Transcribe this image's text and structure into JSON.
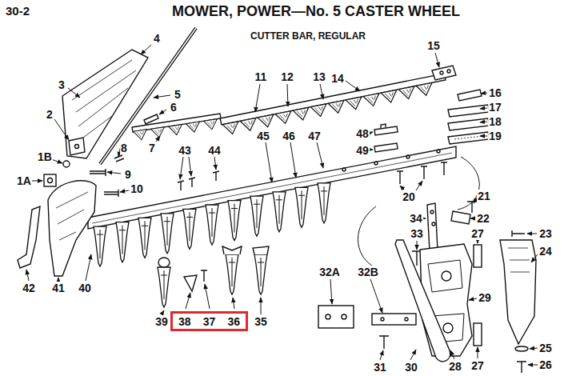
{
  "diagram": {
    "title": "MOWER, POWER—No. 5 CASTER WHEEL",
    "nodes": [
      {
        "text": [
          "38",
          "37",
          "36"
        ]
      }
    ],
    "labels": [
      "30-2",
      "CUTTER BAR, REGULAR",
      "1A",
      "1B",
      "2",
      "3",
      "4",
      "5",
      "6",
      "7",
      "8",
      "9",
      "10",
      "11",
      "12",
      "13",
      "14",
      "15",
      "16",
      "17",
      "18",
      "19",
      "20",
      "21",
      "22",
      "23",
      "24",
      "25",
      "26",
      "27",
      "27",
      "28",
      "29",
      "30",
      "31",
      "32A",
      "32B",
      "33",
      "34",
      "35",
      "39",
      "40",
      "41",
      "42",
      "43",
      "44",
      "45",
      "46",
      "47",
      "48",
      "49"
    ]
  }
}
